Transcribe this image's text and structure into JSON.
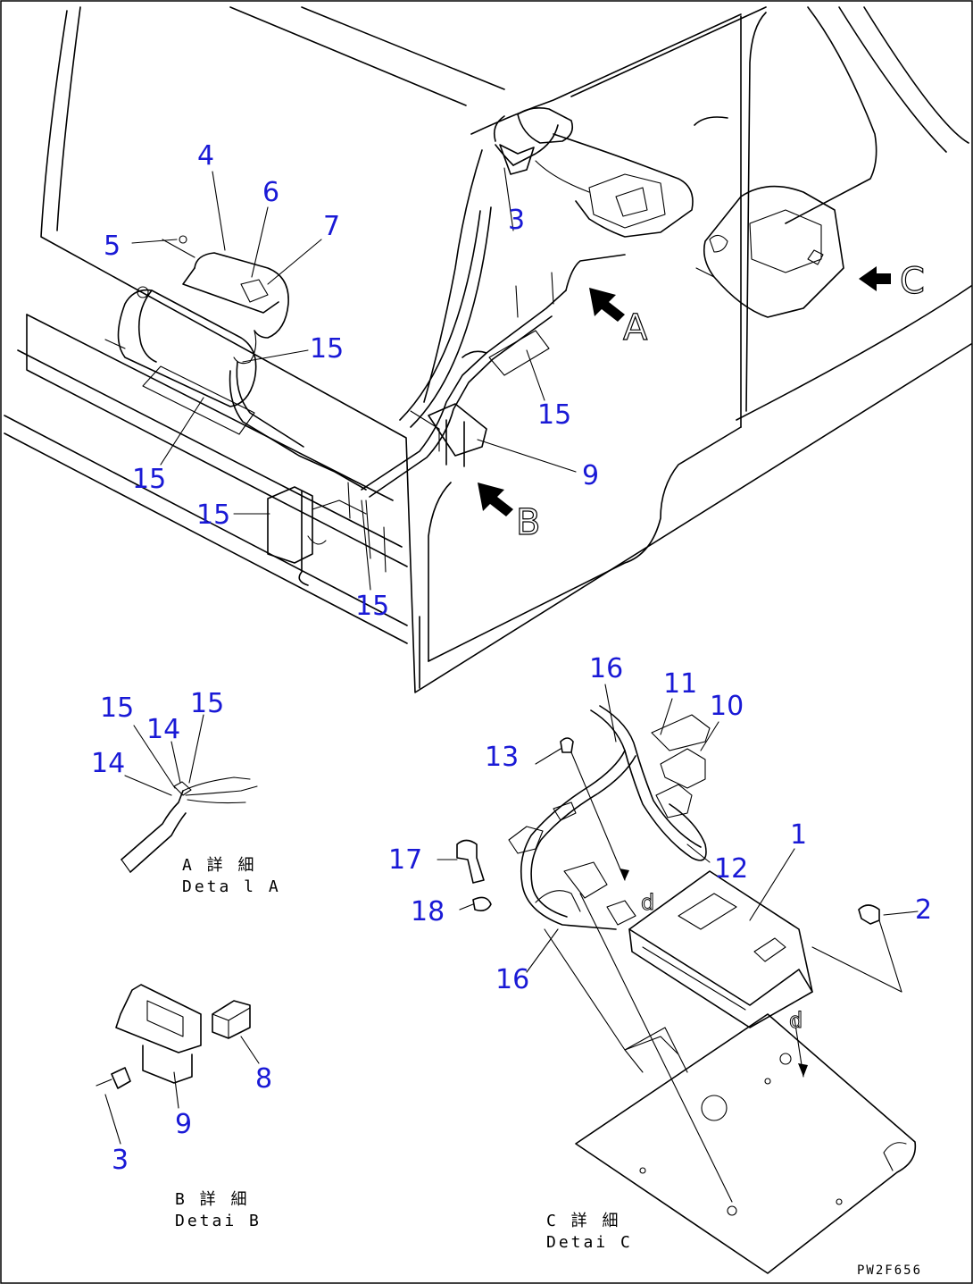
{
  "diagram": {
    "callouts": {
      "c1": "1",
      "c2": "2",
      "c3a": "3",
      "c3b": "3",
      "c4": "4",
      "c5": "5",
      "c6": "6",
      "c7": "7",
      "c8": "8",
      "c9a": "9",
      "c9b": "9",
      "c10": "10",
      "c11": "11",
      "c12": "12",
      "c13": "13",
      "c14a": "14",
      "c14b": "14",
      "c15a": "15",
      "c15b": "15",
      "c15c": "15",
      "c15d": "15",
      "c15e": "15",
      "c15f": "15",
      "c15g": "15",
      "c16a": "16",
      "c16b": "16",
      "c17": "17",
      "c18": "18"
    },
    "views": {
      "A": "A",
      "B": "B",
      "C": "C"
    },
    "letters": {
      "d1": "d",
      "d2": "d"
    },
    "captions": {
      "detailA_jp": "A 詳 細",
      "detailA_en": "Deta l A",
      "detailB_jp": "B 詳 細",
      "detailB_en": "Detai B",
      "detailC_jp": "C 詳 細",
      "detailC_en": "Detai C"
    },
    "drawing_code": "PW2F656"
  }
}
